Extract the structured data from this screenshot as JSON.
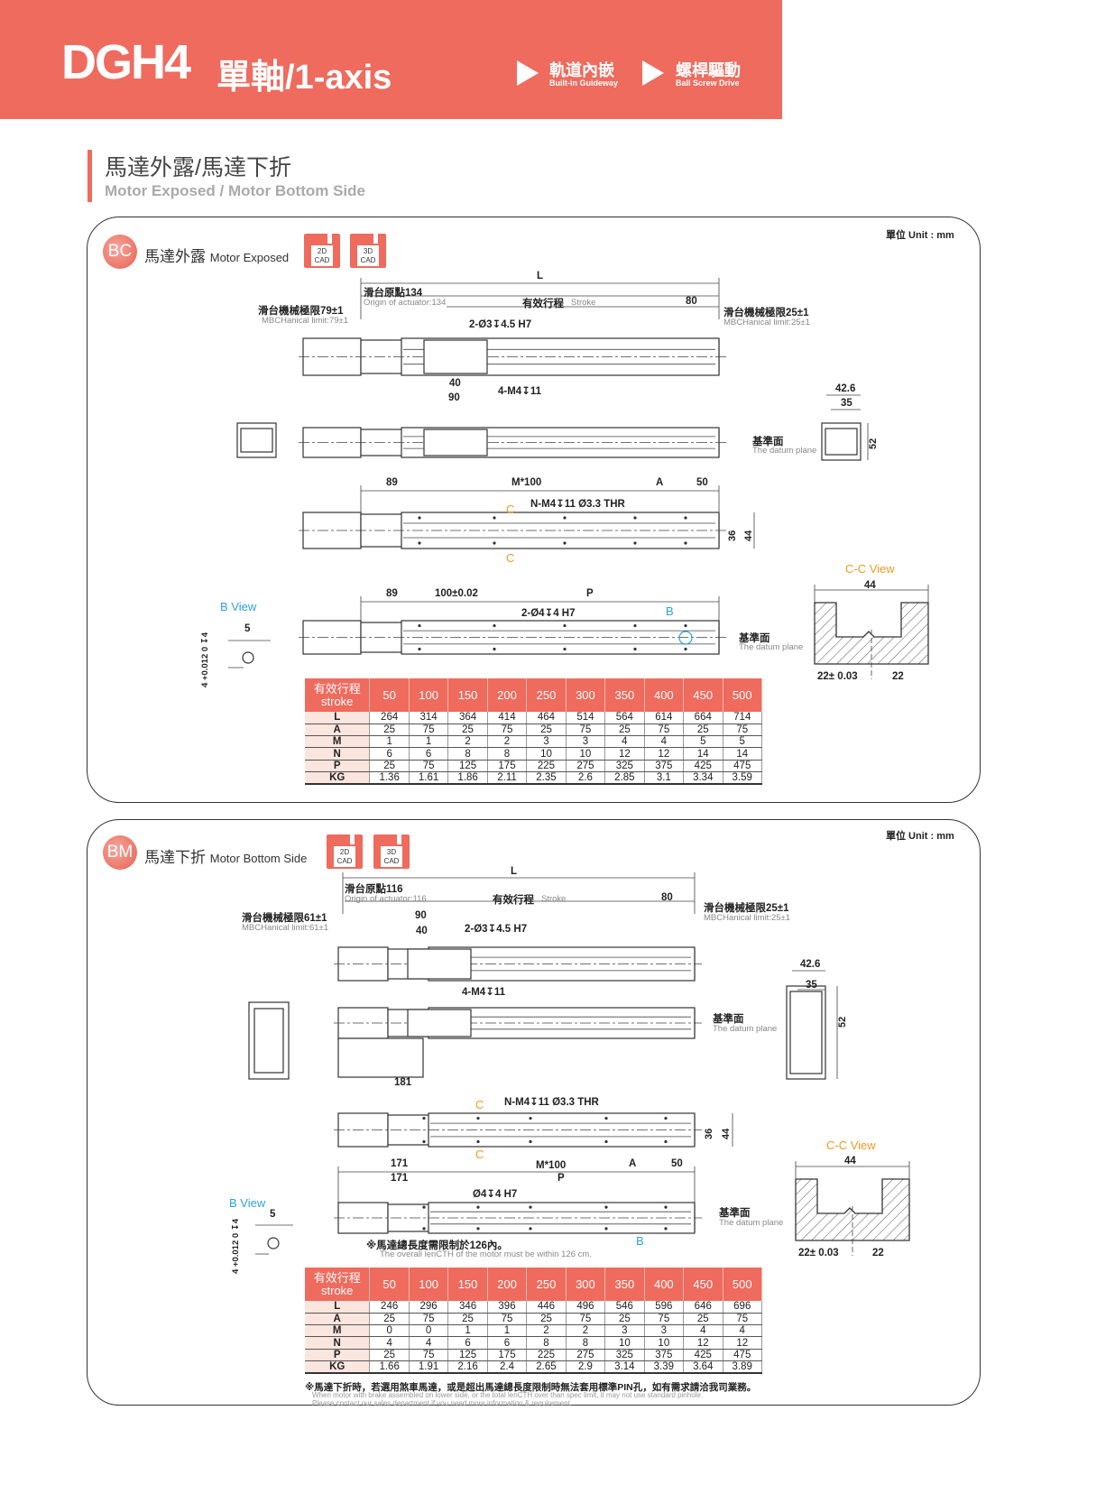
{
  "header": {
    "model": "DGH4",
    "subtitle": "單軸/1-axis",
    "feature1_zh": "軌道內嵌",
    "feature1_en": "Built-in Guideway",
    "feature2_zh": "螺桿驅動",
    "feature2_en": "Ball Screw Drive"
  },
  "section": {
    "title_zh": "馬達外露/馬達下折",
    "title_en": "Motor Exposed / Motor Bottom Side"
  },
  "colors": {
    "brand": "#ee6b5e",
    "orange": "#f39a1e",
    "blue": "#2aa3e0"
  },
  "cad": {
    "2d": [
      "2D",
      "CAD"
    ],
    "3d": [
      "3D",
      "CAD"
    ]
  },
  "panel1": {
    "badge": "BC",
    "title_zh": "馬達外露",
    "title_en": "Motor Exposed",
    "unit": "單位 Unit : mm",
    "labels": {
      "L": "L",
      "origin_zh": "滑台原點134",
      "origin_en": "Origin of actuator:134",
      "stroke_zh": "有效行程",
      "stroke_en": "Stroke",
      "d80": "80",
      "limit_left_zh": "滑台機械極限79±1",
      "limit_left_en": "MBCHanical limit:79±1",
      "limit_right_zh": "滑台機械極限25±1",
      "limit_right_en": "MBCHanical limit:25±1",
      "pin": "2-Ø3↧4.5 H7",
      "d40": "40",
      "d90": "90",
      "tap": "4-M4↧11",
      "d42_6": "42.6",
      "d35": "35",
      "d52": "52",
      "datum_zh": "基準面",
      "datum_en": "The datum plane",
      "d89a": "89",
      "m100": "M*100",
      "A": "A",
      "d50": "50",
      "holes": "N-M4↧11 Ø3.3 THR",
      "C": "C",
      "d36": "36",
      "d44": "44",
      "d89b": "89",
      "pitch": "100±0.02",
      "P": "P",
      "pin2": "2-Ø4↧4 H7",
      "B": "B",
      "datum2_zh": "基準面",
      "datum2_en": "The datum plane",
      "bview": "B View",
      "d5": "5",
      "tol": "4 +0.012 0 ↧4",
      "ccview": "C-C View",
      "cc44": "44",
      "cc22a": "22± 0.03",
      "cc22b": "22"
    }
  },
  "panel2": {
    "badge": "BM",
    "title_zh": "馬達下折",
    "title_en": "Motor Bottom Side",
    "unit": "單位 Unit : mm",
    "labels": {
      "L": "L",
      "origin_zh": "滑台原點116",
      "origin_en": "Origin of actuator:116",
      "stroke_zh": "有效行程",
      "stroke_en": "Stroke",
      "d80": "80",
      "limit_left_zh": "滑台機械極限61±1",
      "limit_left_en": "MBCHanical limit:61±1",
      "limit_right_zh": "滑台機械極限25±1",
      "limit_right_en": "MBCHanical limit:25±1",
      "d90": "90",
      "d40": "40",
      "pin": "2-Ø3↧4.5 H7",
      "tap": "4-M4↧11",
      "d181": "181",
      "d42_6": "42.6",
      "d35": "35",
      "d52": "52",
      "datum_zh": "基準面",
      "datum_en": "The datum plane",
      "holes": "N-M4↧11 Ø3.3 THR",
      "C": "C",
      "d36": "36",
      "d44": "44",
      "d171a": "171",
      "m100": "M*100",
      "A": "A",
      "d50": "50",
      "d171b": "171",
      "P": "P",
      "pin2": "Ø4↧4 H7",
      "B": "B",
      "motor_note_zh": "※馬達總長度需限制於126內。",
      "motor_note_en": "The overall lenCTH of the motor must be within 126 cm.",
      "datum2_zh": "基準面",
      "datum2_en": "The datum plane",
      "bview": "B View",
      "d5": "5",
      "tol": "4 +0.012 0 ↧4",
      "ccview": "C-C View",
      "cc44": "44",
      "cc22a": "22± 0.03",
      "cc22b": "22"
    },
    "note_zh": "※馬達下折時，若選用煞車馬達，或是超出馬達總長度限制時無法套用標準PIN孔，如有需求請洽我司業務。",
    "note_en1": "When motor with brake assembled on lower side, or the total lenCTH over than spec limit, it may not use standard pinhole.",
    "note_en2": "Please contact our sales department if you need more information & requirement."
  },
  "tables": [
    {
      "header_zh": "有效行程",
      "header_en": "stroke",
      "strokes": [
        "50",
        "100",
        "150",
        "200",
        "250",
        "300",
        "350",
        "400",
        "450",
        "500"
      ],
      "rows": [
        [
          "L",
          "264",
          "314",
          "364",
          "414",
          "464",
          "514",
          "564",
          "614",
          "664",
          "714"
        ],
        [
          "A",
          "25",
          "75",
          "25",
          "75",
          "25",
          "75",
          "25",
          "75",
          "25",
          "75"
        ],
        [
          "M",
          "1",
          "1",
          "2",
          "2",
          "3",
          "3",
          "4",
          "4",
          "5",
          "5"
        ],
        [
          "N",
          "6",
          "6",
          "8",
          "8",
          "10",
          "10",
          "12",
          "12",
          "14",
          "14"
        ],
        [
          "P",
          "25",
          "75",
          "125",
          "175",
          "225",
          "275",
          "325",
          "375",
          "425",
          "475"
        ],
        [
          "KG",
          "1.36",
          "1.61",
          "1.86",
          "2.11",
          "2.35",
          "2.6",
          "2.85",
          "3.1",
          "3.34",
          "3.59"
        ]
      ]
    },
    {
      "header_zh": "有效行程",
      "header_en": "stroke",
      "strokes": [
        "50",
        "100",
        "150",
        "200",
        "250",
        "300",
        "350",
        "400",
        "450",
        "500"
      ],
      "rows": [
        [
          "L",
          "246",
          "296",
          "346",
          "396",
          "446",
          "496",
          "546",
          "596",
          "646",
          "696"
        ],
        [
          "A",
          "25",
          "75",
          "25",
          "75",
          "25",
          "75",
          "25",
          "75",
          "25",
          "75"
        ],
        [
          "M",
          "0",
          "0",
          "1",
          "1",
          "2",
          "2",
          "3",
          "3",
          "4",
          "4"
        ],
        [
          "N",
          "4",
          "4",
          "6",
          "6",
          "8",
          "8",
          "10",
          "10",
          "12",
          "12"
        ],
        [
          "P",
          "25",
          "75",
          "125",
          "175",
          "225",
          "275",
          "325",
          "375",
          "425",
          "475"
        ],
        [
          "KG",
          "1.66",
          "1.91",
          "2.16",
          "2.4",
          "2.65",
          "2.9",
          "3.14",
          "3.39",
          "3.64",
          "3.89"
        ]
      ]
    }
  ]
}
